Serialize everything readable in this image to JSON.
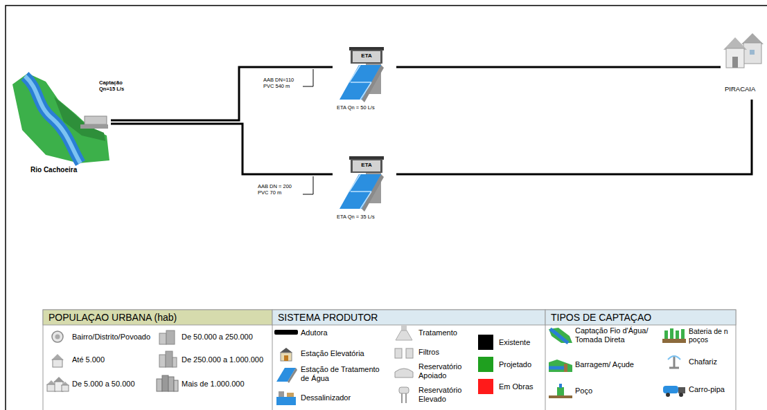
{
  "diagram": {
    "nodes": [
      {
        "text": [
          "Rio Cachoeira"
        ]
      },
      {
        "text": [
          "ETA",
          "ETA Qn = 50 L/s"
        ]
      },
      {
        "text": [
          "ETA",
          "ETA Qn = 35 L/s"
        ]
      },
      {
        "text": [
          "PIRACAIA"
        ]
      }
    ],
    "edges": [
      {
        "from": 0,
        "to": 1,
        "arrow": "none"
      },
      {
        "from": 0,
        "to": 2,
        "arrow": "none"
      },
      {
        "from": 1,
        "to": 3,
        "arrow": "none"
      },
      {
        "from": 2,
        "to": 3,
        "arrow": "none"
      }
    ],
    "labels": [
      "Captação Qn=15 L/s",
      "AAB DN=110 PVC 540 m",
      "AAB DN = 200 PVC 70 m",
      "POPULAÇAO URBANA (hab)",
      "SISTEMA PRODUTOR",
      "TIPOS DE CAPTAÇAO"
    ],
    "legend": [
      {
        "text": "Bairro/Distrito/Povoado"
      },
      {
        "text": "Até 5.000"
      },
      {
        "text": "De 5.000 a 50.000"
      },
      {
        "text": "De 50.000 a 250.000"
      },
      {
        "text": "De 250.000 a 1.000.000"
      },
      {
        "text": "Mais de 1.000.000"
      },
      {
        "text": "Adutora"
      },
      {
        "text": "Estação Elevatória"
      },
      {
        "text": "Estação de Tratamento de Água"
      },
      {
        "text": "Dessalinizador"
      },
      {
        "text": "Tratamento"
      },
      {
        "text": "Filtros"
      },
      {
        "text": "Reservatório Apoiado"
      },
      {
        "text": "Reservatório Elevado"
      },
      {
        "text": "Existente",
        "color": "#000000"
      },
      {
        "text": "Projetado",
        "color": "#1fa01f"
      },
      {
        "text": "Em Obras",
        "color": "#ff1a1a"
      },
      {
        "text": "Captação Fio d'Água/ Tomada Direta"
      },
      {
        "text": "Barragem/ Açude"
      },
      {
        "text": "Poço"
      },
      {
        "text": "Bateria de n poços"
      },
      {
        "text": "Chafariz"
      },
      {
        "text": "Carro-pipa"
      }
    ]
  }
}
